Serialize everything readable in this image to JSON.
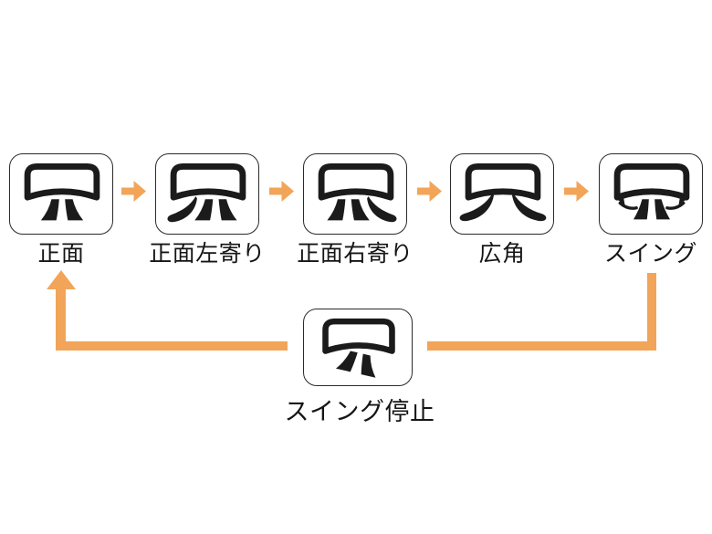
{
  "diagram_type": "airflow-mode-cycle",
  "modes": [
    {
      "id": "front",
      "label": "正面",
      "icon": "ac-louver-front-icon"
    },
    {
      "id": "front-left",
      "label": "正面左寄り",
      "icon": "ac-louver-front-left-icon"
    },
    {
      "id": "front-right",
      "label": "正面右寄り",
      "icon": "ac-louver-front-right-icon"
    },
    {
      "id": "wide",
      "label": "広角",
      "icon": "ac-louver-wide-icon"
    },
    {
      "id": "swing",
      "label": "スイング",
      "icon": "ac-louver-swing-icon"
    }
  ],
  "return_mode": {
    "id": "swing-stop",
    "label": "スイング停止",
    "icon": "ac-louver-swing-stop-icon"
  },
  "flow": {
    "forward_arrows": 4,
    "forward_arrow_icon": "right-block-arrow-icon",
    "cycle_return": {
      "from": "swing",
      "via": "swing-stop",
      "to": "front",
      "arrowhead_icon": "up-arrowhead-icon"
    }
  },
  "colors": {
    "arrow_orange": "#f2a558",
    "icon_black": "#1b1b1b",
    "box_border": "#2b2b2b",
    "background": "#ffffff",
    "label_text": "#151515"
  }
}
